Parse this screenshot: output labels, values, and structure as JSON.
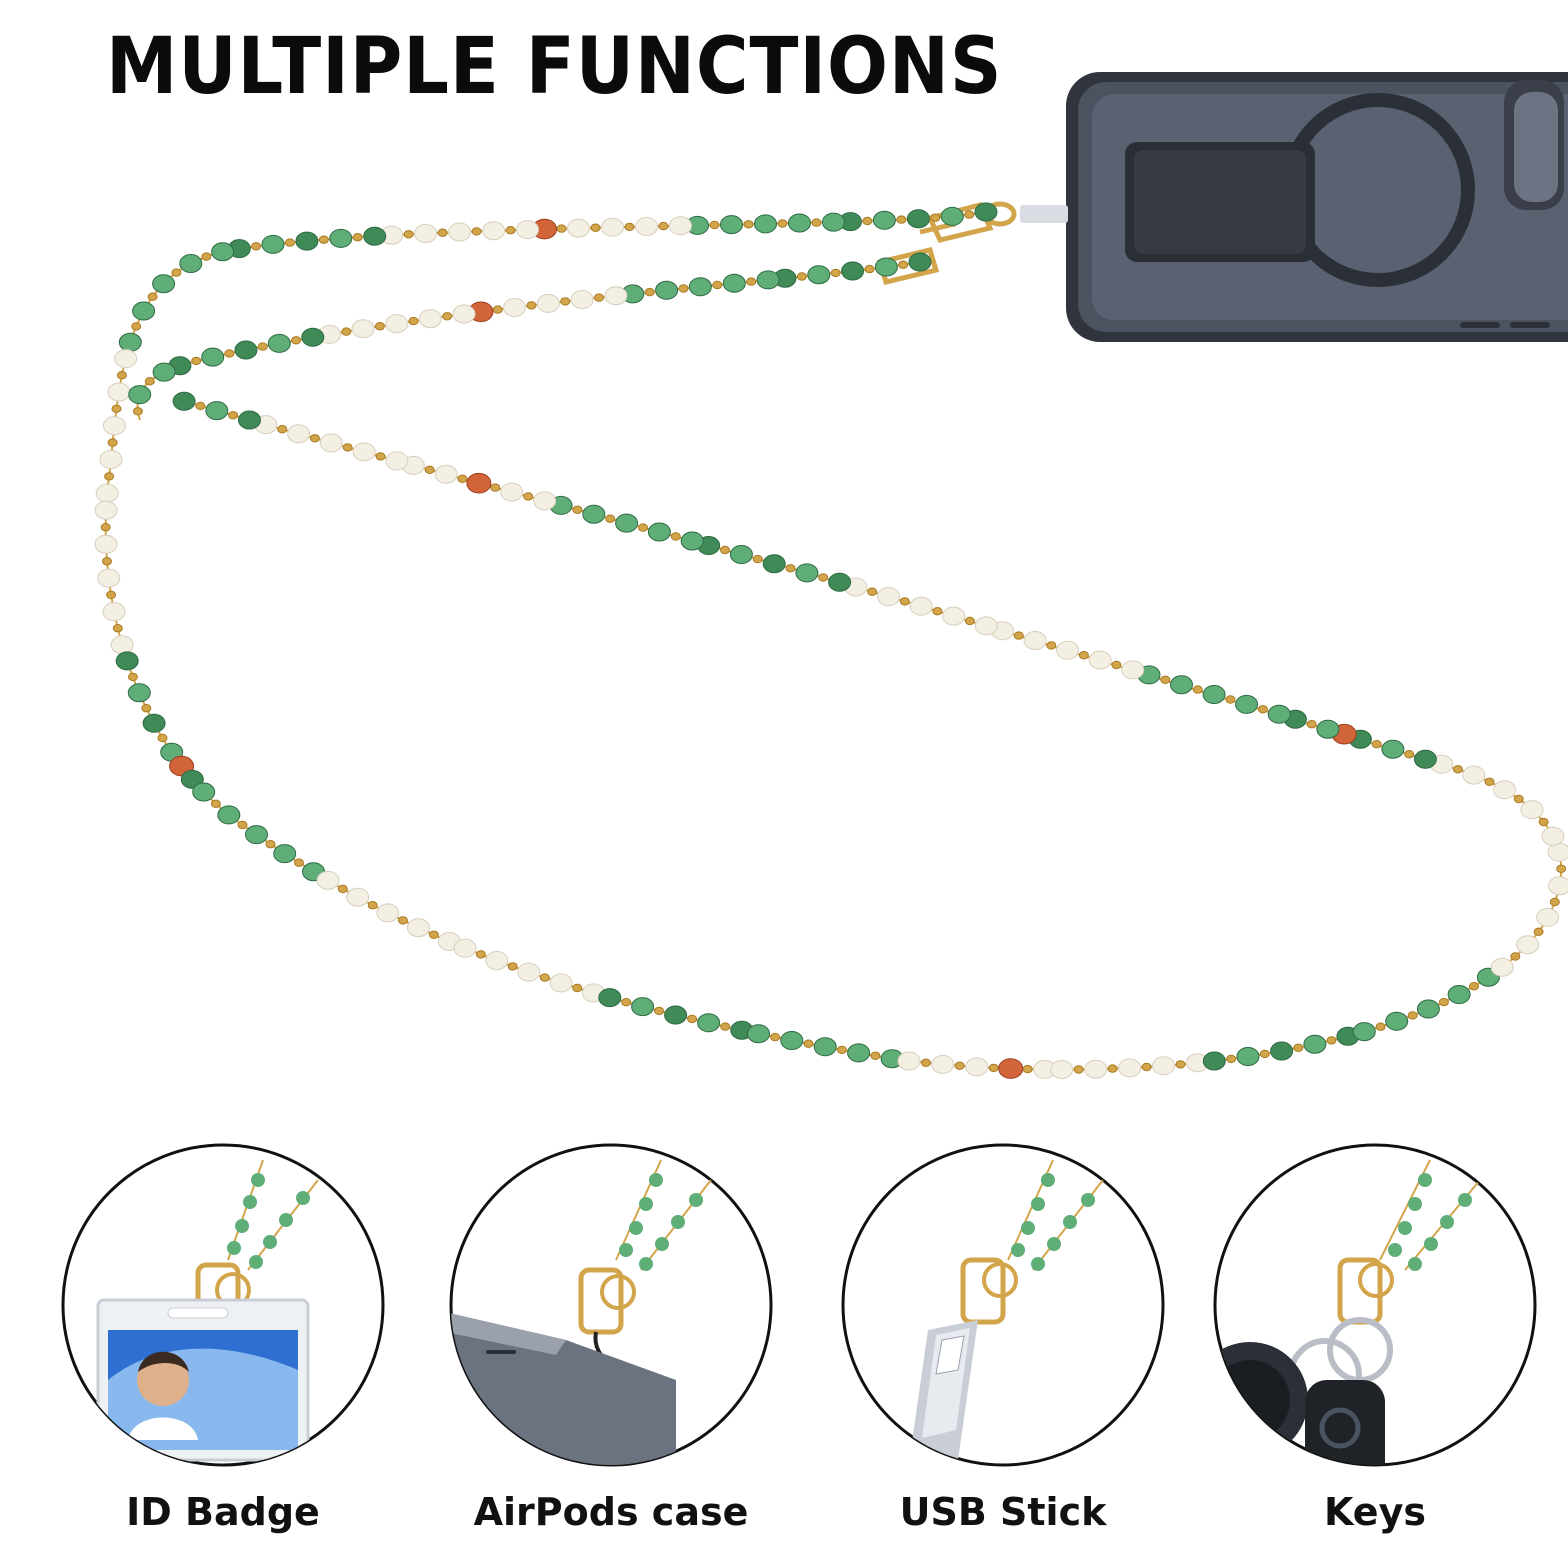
{
  "headline": "MULTIPLE FUNCTIONS",
  "product": {
    "name": "beaded phone lanyard",
    "colors": {
      "bead_green": "#5fae78",
      "bead_green_dark": "#3f8a57",
      "bead_pearl": "#f4efe3",
      "bead_gold": "#d3a54b",
      "bead_accent_orange": "#d2643a",
      "phone_case": "#3a3f4a"
    }
  },
  "uses": [
    {
      "label": "ID Badge",
      "icon": "id-badge-icon"
    },
    {
      "label": "AirPods case",
      "icon": "airpods-case-icon"
    },
    {
      "label": "USB Stick",
      "icon": "usb-stick-icon"
    },
    {
      "label": "Keys",
      "icon": "keys-icon"
    }
  ]
}
